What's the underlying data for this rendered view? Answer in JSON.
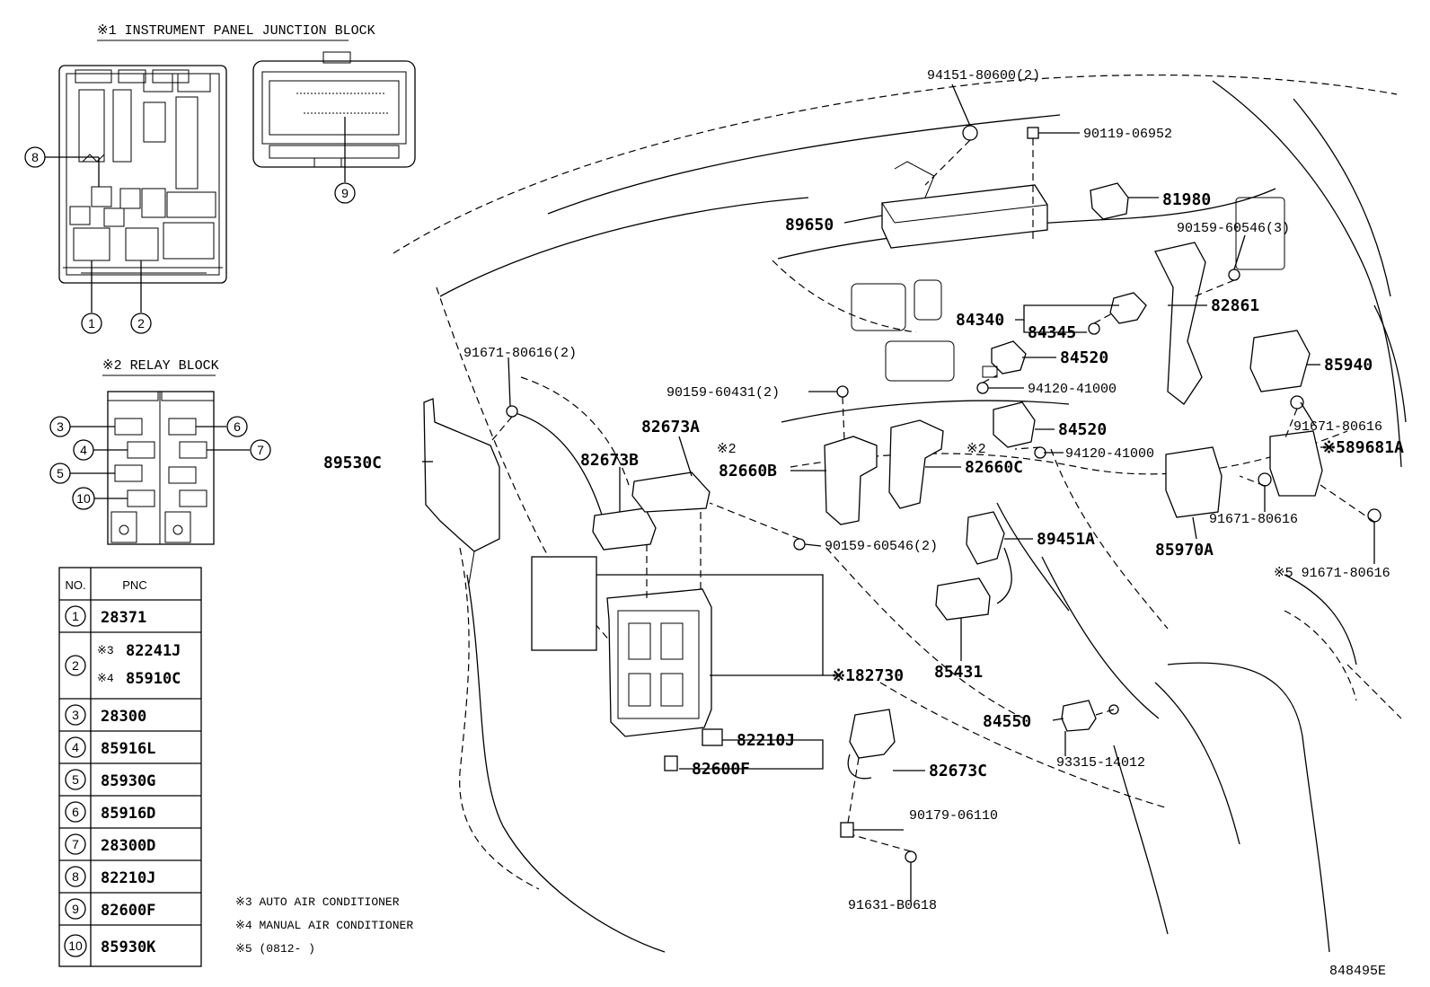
{
  "junction_block": {
    "title": "※1 INSTRUMENT PANEL JUNCTION BLOCK",
    "callouts": [
      "8",
      "9",
      "1",
      "2"
    ]
  },
  "relay_block": {
    "title": "※2 RELAY BLOCK",
    "callouts_left": [
      "3",
      "4",
      "5",
      "10"
    ],
    "callouts_right": [
      "6",
      "7"
    ]
  },
  "pnc_table": {
    "header_no": "NO.",
    "header_pnc": "PNC",
    "rows": [
      {
        "no": "1",
        "pnc": "28371"
      },
      {
        "no": "2",
        "pnc": "82241J",
        "pnc_marker": "※3",
        "pnc2": "85910C",
        "pnc2_marker": "※4"
      },
      {
        "no": "3",
        "pnc": "28300"
      },
      {
        "no": "4",
        "pnc": "85916L"
      },
      {
        "no": "5",
        "pnc": "85930G"
      },
      {
        "no": "6",
        "pnc": "85916D"
      },
      {
        "no": "7",
        "pnc": "28300D"
      },
      {
        "no": "8",
        "pnc": "82210J"
      },
      {
        "no": "9",
        "pnc": "82600F"
      },
      {
        "no": "10",
        "pnc": "85930K"
      }
    ]
  },
  "notes": [
    "※3 AUTO AIR CONDITIONER",
    "※4 MANUAL AIR CONDITIONER",
    "※5 (0812-      )"
  ],
  "diagram_id": "848495E",
  "labels": {
    "l94151": "94151-80600(2)",
    "l90119": "90119-06952",
    "l81980": "81980",
    "l89650": "89650",
    "l90159_3": "90159-60546(3)",
    "l82861": "82861",
    "l84340": "84340",
    "l84345": "84345",
    "l84520a": "84520",
    "l85940": "85940",
    "l94120a": "94120-41000",
    "l91671_2": "91671-80616(2)",
    "l90159_431": "90159-60431(2)",
    "l82673a": "82673A",
    "l82673b": "82673B",
    "m2a": "※2",
    "l82660b": "82660B",
    "m2b": "※2",
    "l82660c": "82660C",
    "l84520b": "84520",
    "l94120b": "94120-41000",
    "l91671_r": "91671-80616",
    "l89681a": "※589681A",
    "l89530c": "89530C",
    "l85970a": "85970A",
    "l91671_m": "91671-80616",
    "l90159_2": "90159-60546(2)",
    "l89451a": "89451A",
    "l91671_5": "※5 91671-80616",
    "l82730": "※182730",
    "l85431": "85431",
    "l84550": "84550",
    "l82210j": "82210J",
    "l82600f": "82600F",
    "l82673c": "82673C",
    "l93315": "93315-14012",
    "l90179": "90179-06110",
    "l91631": "91631-B0618"
  }
}
